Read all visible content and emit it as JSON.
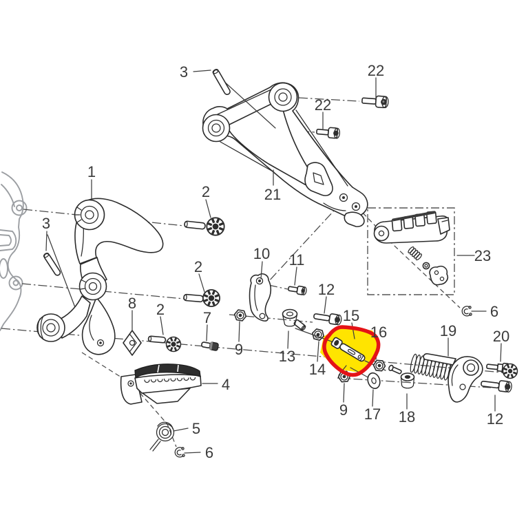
{
  "diagram": {
    "type": "exploded-parts-diagram",
    "background_color": "#ffffff",
    "line_color": "#2b2b2b",
    "label_color": "#3a3a3a",
    "highlight": {
      "part_label": "15",
      "fill_color": "#ffe400",
      "outline_color": "#e41317"
    },
    "callouts": [
      {
        "label": "3"
      },
      {
        "label": "22"
      },
      {
        "label": "22"
      },
      {
        "label": "21"
      },
      {
        "label": "1"
      },
      {
        "label": "2"
      },
      {
        "label": "3"
      },
      {
        "label": "2"
      },
      {
        "label": "8"
      },
      {
        "label": "2"
      },
      {
        "label": "7"
      },
      {
        "label": "10"
      },
      {
        "label": "11"
      },
      {
        "label": "12"
      },
      {
        "label": "15"
      },
      {
        "label": "16"
      },
      {
        "label": "19"
      },
      {
        "label": "20"
      },
      {
        "label": "23"
      },
      {
        "label": "6"
      },
      {
        "label": "9"
      },
      {
        "label": "13"
      },
      {
        "label": "14"
      },
      {
        "label": "9"
      },
      {
        "label": "17"
      },
      {
        "label": "18"
      },
      {
        "label": "12"
      },
      {
        "label": "4"
      },
      {
        "label": "5"
      },
      {
        "label": "6"
      }
    ]
  }
}
